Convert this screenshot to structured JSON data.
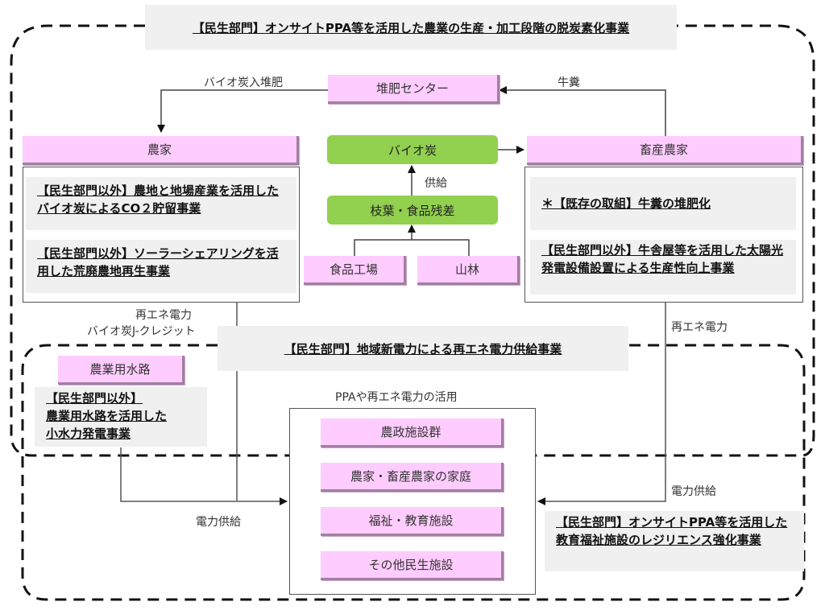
{
  "headers": {
    "top": "【民生部門】オンサイトPPA等を活用した農業の生産・加工段階の脱炭素化事業",
    "middle": "【民生部門】地域新電力による再エネ電力供給事業"
  },
  "nodes": {
    "compost_center": "堆肥センター",
    "farmer": "農家",
    "livestock_farmer": "畜産農家",
    "biochar": "バイオ炭",
    "residues": "枝葉・食品残差",
    "food_factory": "食品工場",
    "forest": "山林",
    "irrigation": "農業用水路"
  },
  "projects": {
    "farmer_1": "【民生部門以外】農地と地場産業を活用したバイオ炭によるCO２貯留事業",
    "farmer_2": "【民生部門以外】ソーラーシェアリングを活用した荒廃農地再生事業",
    "livestock_1": "＊【既存の取組】牛糞の堆肥化",
    "livestock_2": "【民生部門以外】牛舎屋等を活用した太陽光発電設備設置による生産性向上事業",
    "irrigation_1": "【民生部門以外】\n農業用水路を活用した\n小水力発電事業",
    "resilience": "【民生部門】オンサイトPPA等を活用した教育福祉施設のレジリエンス強化事業"
  },
  "facilities": {
    "title": "PPAや再エネ電力の活用",
    "items": [
      "農政施設群",
      "農家・畜産農家の家庭",
      "福祉・教育施設",
      "その他民生施設"
    ]
  },
  "flow_labels": {
    "biochar_compost": "バイオ炭入堆肥",
    "cow_manure": "牛糞",
    "supply": "供給",
    "renewable_power_left": "再エネ電力",
    "biochar_jcredit": "バイオ炭J-クレジット",
    "renewable_power_right": "再エネ電力",
    "power_supply_left": "電力供給",
    "power_supply_right": "電力供給"
  }
}
